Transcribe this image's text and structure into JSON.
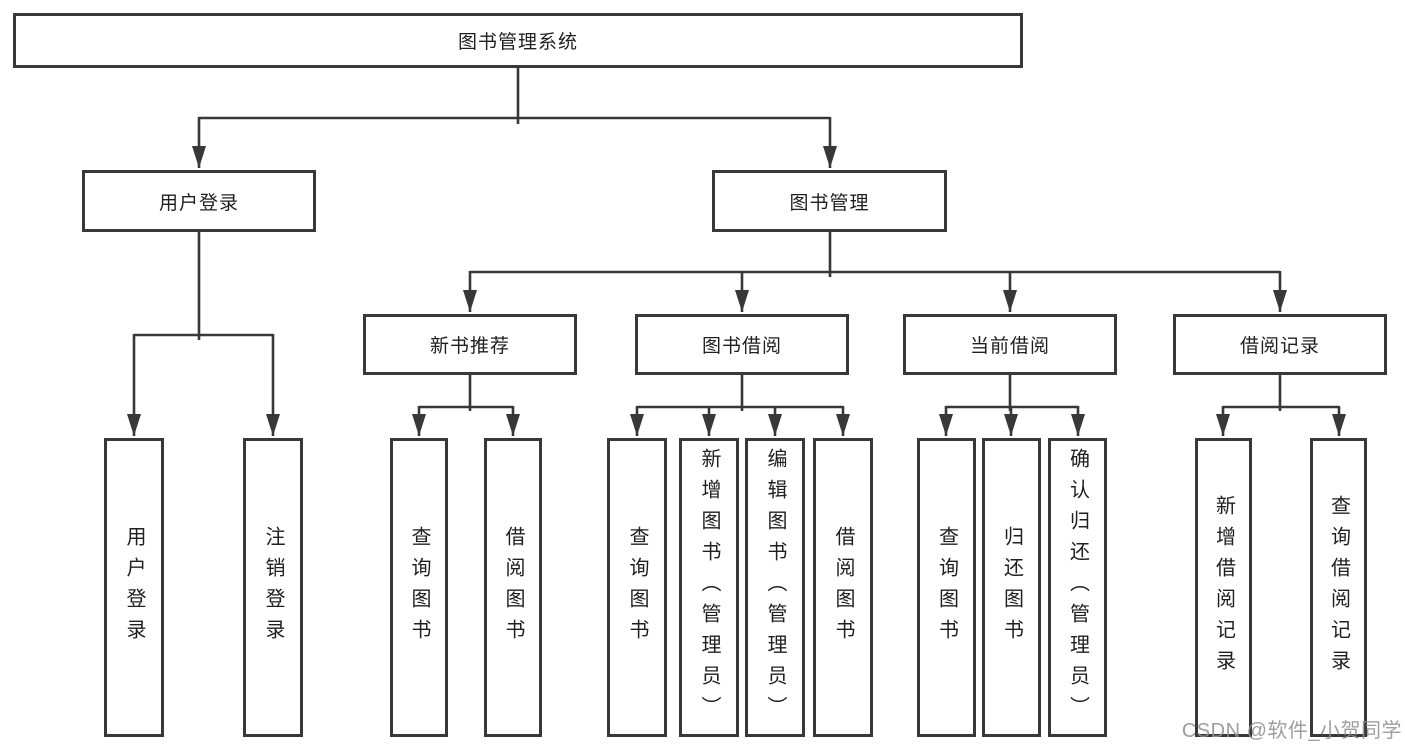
{
  "diagram_type": "hierarchy-tree",
  "colors": {
    "background": "#ffffff",
    "box_border": "#383838",
    "connector_line": "#383838",
    "text": "#1f1f1f",
    "watermark_text": "#919191"
  },
  "tree": {
    "label": "图书管理系统",
    "children": [
      {
        "label": "用户登录",
        "children": [
          {
            "label": "用户登录"
          },
          {
            "label": "注销登录"
          }
        ]
      },
      {
        "label": "图书管理",
        "children": [
          {
            "label": "新书推荐",
            "children": [
              {
                "label": "查询图书"
              },
              {
                "label": "借阅图书"
              }
            ]
          },
          {
            "label": "图书借阅",
            "children": [
              {
                "label": "查询图书"
              },
              {
                "label": "新增图书（管理员）"
              },
              {
                "label": "编辑图书（管理员）"
              },
              {
                "label": "借阅图书"
              }
            ]
          },
          {
            "label": "当前借阅",
            "children": [
              {
                "label": "查询图书"
              },
              {
                "label": "归还图书"
              },
              {
                "label": "确认归还（管理员）"
              }
            ]
          },
          {
            "label": "借阅记录",
            "children": [
              {
                "label": "新增借阅记录"
              },
              {
                "label": "查询借阅记录"
              }
            ]
          }
        ]
      }
    ]
  },
  "watermark": "CSDN @软件_小贺同学"
}
